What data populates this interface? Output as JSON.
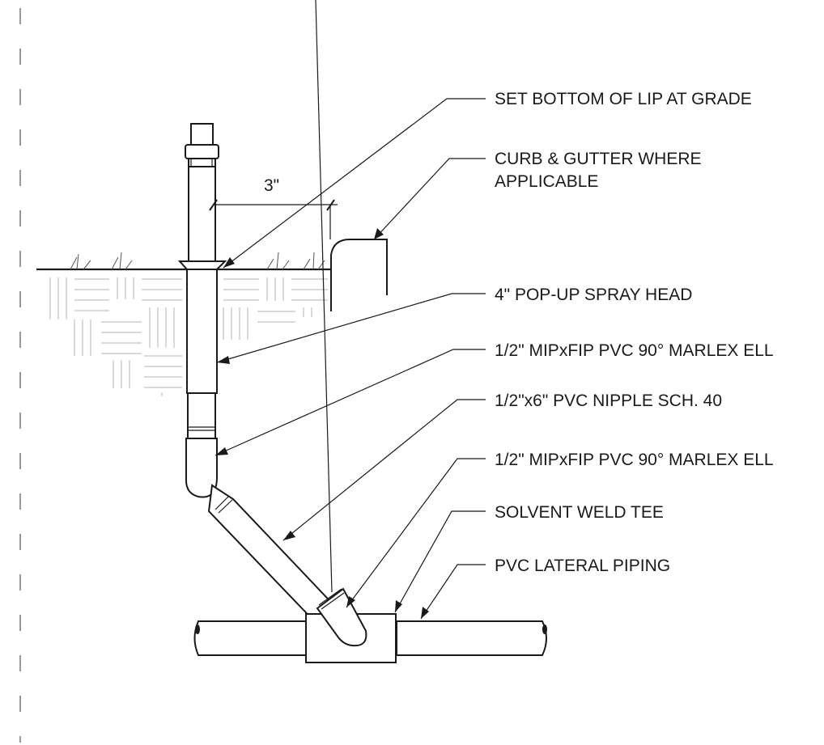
{
  "callouts": [
    {
      "id": "lip-at-grade",
      "lines": [
        "SET BOTTOM OF LIP AT GRADE"
      ]
    },
    {
      "id": "curb-gutter",
      "lines": [
        "CURB & GUTTER WHERE",
        "APPLICABLE"
      ]
    },
    {
      "id": "spray-head",
      "lines": [
        "4\" POP-UP SPRAY HEAD"
      ]
    },
    {
      "id": "upper-ell",
      "lines": [
        "1/2\" MIPxFIP PVC 90° MARLEX ELL"
      ]
    },
    {
      "id": "nipple",
      "lines": [
        "1/2\"x6\" PVC NIPPLE SCH. 40"
      ]
    },
    {
      "id": "lower-ell",
      "lines": [
        "1/2\" MIPxFIP PVC 90° MARLEX ELL"
      ]
    },
    {
      "id": "tee",
      "lines": [
        "SOLVENT WELD TEE"
      ]
    },
    {
      "id": "lateral",
      "lines": [
        "PVC LATERAL PIPING"
      ]
    }
  ],
  "dimension": {
    "label": "3\""
  },
  "colors": {
    "line": "#1a1a1a",
    "hatch": "#b3b3b3",
    "background": "#ffffff"
  }
}
